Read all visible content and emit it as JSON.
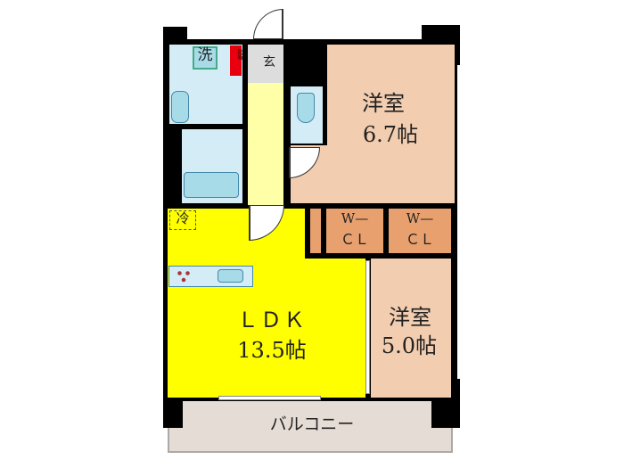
{
  "rooms": {
    "western1": {
      "name": "洋室",
      "size": "6.7帖"
    },
    "western2": {
      "name": "洋室",
      "size": "5.0帖"
    },
    "ldk": {
      "name": "ＬＤＫ",
      "size": "13.5帖"
    },
    "wcl1": {
      "top": "W—",
      "bottom": "ＣＬ"
    },
    "wcl2": {
      "top": "W—",
      "bottom": "ＣＬ"
    },
    "entrance": "玄",
    "washer": "洗",
    "shoebox": "靴箱",
    "fridge": "冷",
    "balcony": "バルコニー"
  },
  "colors": {
    "ldk": "#ffff00",
    "western": "#f2cdb0",
    "closet": "#e8a06e",
    "wet": "#d4ecf6",
    "corridor": "#ffffa8",
    "entrance": "#dddddd",
    "balcony": "#e6dcd6",
    "shoebox": "#e8000e"
  }
}
